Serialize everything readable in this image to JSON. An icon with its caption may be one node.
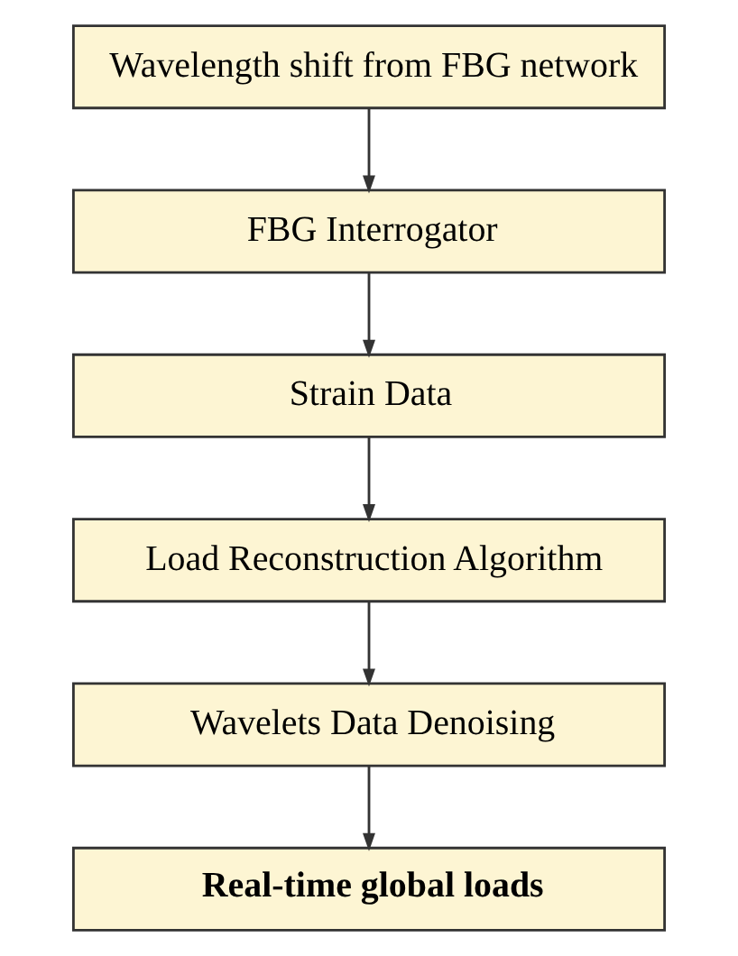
{
  "diagram": {
    "nodes": [
      {
        "text": [
          "Wavelength shift from FBG network"
        ]
      },
      {
        "text": [
          "FBG Interrogator"
        ]
      },
      {
        "text": [
          "Strain Data"
        ]
      },
      {
        "text": [
          "Load Reconstruction Algorithm"
        ]
      },
      {
        "text": [
          "Wavelets Data Denoising"
        ]
      },
      {
        "text": [
          "Real-time global loads"
        ]
      }
    ],
    "edges": [
      {
        "from": 0,
        "to": 1,
        "arrow": "to"
      },
      {
        "from": 1,
        "to": 2,
        "arrow": "to"
      },
      {
        "from": 2,
        "to": 3,
        "arrow": "to"
      },
      {
        "from": 3,
        "to": 4,
        "arrow": "to"
      },
      {
        "from": 4,
        "to": 5,
        "arrow": "to"
      }
    ]
  }
}
